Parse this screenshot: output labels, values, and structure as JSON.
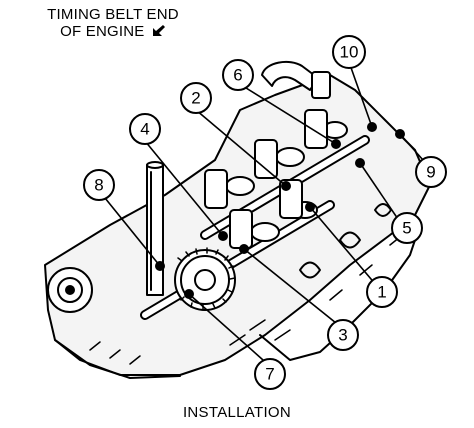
{
  "header": {
    "line1": "TIMING BELT END",
    "line2": "OF ENGINE",
    "arrow_icon": "arrow-down-left-icon"
  },
  "caption": "INSTALLATION",
  "callouts": [
    "1",
    "2",
    "3",
    "4",
    "5",
    "6",
    "7",
    "8",
    "9",
    "10"
  ],
  "colors": {
    "ink": "#000000",
    "paper": "#ffffff"
  }
}
